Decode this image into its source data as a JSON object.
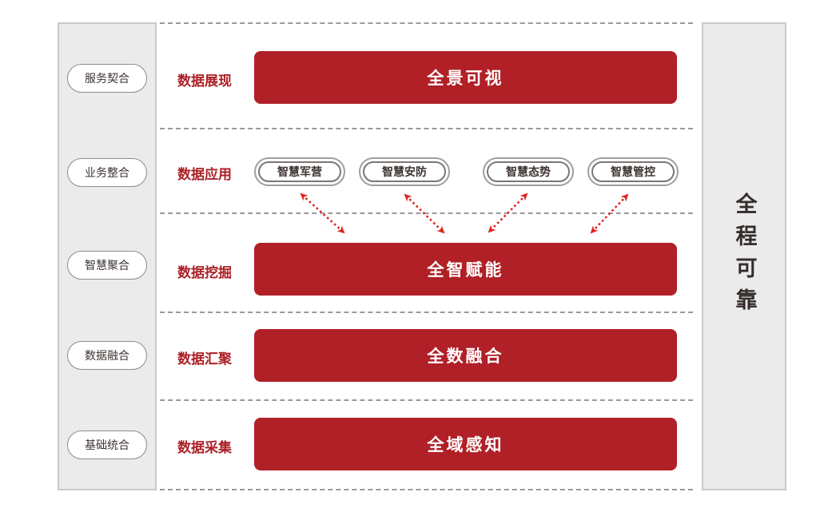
{
  "colors": {
    "accent_red": "#b12027",
    "arrow_red": "#e02520",
    "panel_bg": "#ebebeb",
    "panel_border": "#c9c9c9",
    "dotted_line": "#9a9a9a",
    "dark_text": "#3b3331"
  },
  "left_panel": {
    "items": [
      "服务契合",
      "业务整合",
      "智慧聚合",
      "数据融合",
      "基础统合"
    ]
  },
  "right_panel": {
    "label": "全程可靠"
  },
  "rows": [
    {
      "label": "数据展现",
      "bar": "全景可视"
    },
    {
      "label": "数据应用",
      "apps": [
        "智慧军营",
        "智慧安防",
        "智慧态势",
        "智慧管控"
      ]
    },
    {
      "label": "数据挖掘",
      "bar": "全智赋能"
    },
    {
      "label": "数据汇聚",
      "bar": "全数融合"
    },
    {
      "label": "数据采集",
      "bar": "全域感知"
    }
  ]
}
